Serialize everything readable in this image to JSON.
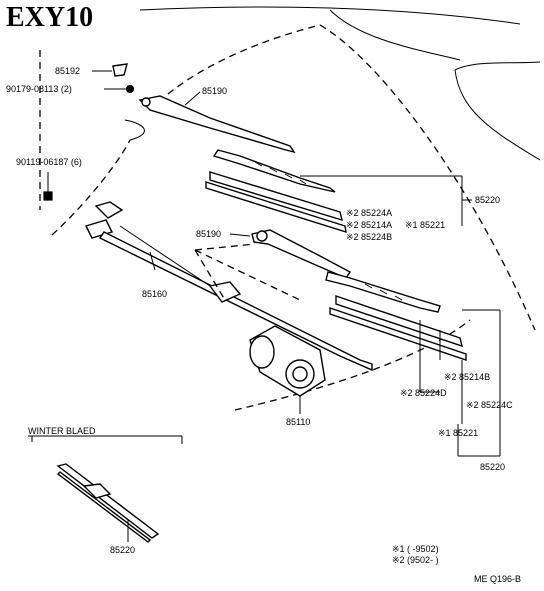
{
  "title": "EXY10",
  "labels": {
    "p85192": "85192",
    "p90179": "90179-08113 (2)",
    "p85190_top": "85190",
    "p90119": "90119-06187 (6)",
    "p85190_mid": "85190",
    "p85160": "85160",
    "p85110": "85110",
    "p85220_right": "85220",
    "p85224A": "※2 85224A",
    "p85214A": "※2 85214A",
    "p85221_top": "※1 85221",
    "p85224B": "※2 85224B",
    "p85214B": "※2 85214B",
    "p85224D": "※2 85224D",
    "p85224C": "※2 85224C",
    "p85221_bottom": "※1 85221",
    "p85220_bottom": "85220",
    "winter_title": "WINTER BLAED",
    "p85220_winter": "85220"
  },
  "legend": {
    "line1": "※1 (      -9502)",
    "line2": "※2 (9502-       )"
  },
  "code": "ME Q196-B"
}
